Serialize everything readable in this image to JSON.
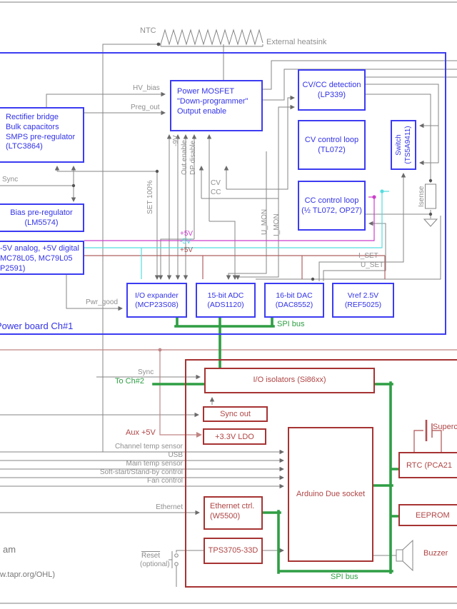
{
  "diagram": {
    "power_board_label": "Power board Ch#1",
    "footer_text_partial": "am",
    "footer_url_partial": "w.tapr.org/OHL)",
    "spi_bus_top": "SPI bus",
    "spi_bus_bottom": "SPI bus",
    "to_ch2": "To Ch#2",
    "aux_5v": "Aux +5V",
    "colors": {
      "blue": "#3c3cf2",
      "dark_red": "#a63333",
      "green": "#2f9e44",
      "magenta": "#cc3fcc",
      "cyan": "#55dde0",
      "aux_red": "#c08585",
      "wire_gray": "#858585"
    }
  },
  "blue_boxes": {
    "rectifier": {
      "l1": "Rectifier bridge",
      "l2": "Bulk capacitors",
      "l3": "SMPS pre-regulator",
      "l4": "(LTC3864)"
    },
    "bias": {
      "l1": "Bias pre-regulator",
      "l2": "(LM5574)"
    },
    "analog_supply": {
      "l1": "-5V analog, +5V digital",
      "l2": "MC78L05, MC79L05",
      "l3": "P2591)"
    },
    "mosfet": {
      "l1": "Power MOSFET",
      "l2": "\"Down-programmer\"",
      "l3": "Output enable"
    },
    "cvcc_detection": {
      "l1": "CV/CC detection",
      "l2": "(LP339)"
    },
    "cv_loop": {
      "l1": "CV control loop",
      "l2": "(TL072)"
    },
    "switch": {
      "l1": "Switch",
      "l2": "(TS5A9411)"
    },
    "cc_loop": {
      "l1": "CC control loop",
      "l2": "(½ TL072, OP27)"
    },
    "io_expander": {
      "l1": "I/O expander",
      "l2": "(MCP23S08)"
    },
    "adc": {
      "l1": "15-bit ADC",
      "l2": "(ADS1120)"
    },
    "dac": {
      "l1": "16-bit DAC",
      "l2": "(DAC8552)"
    },
    "vref": {
      "l1": "Vref 2.5V",
      "l2": "(REF5025)"
    }
  },
  "red_boxes": {
    "io_isolators": {
      "l1": "I/O isolators (Si86xx)"
    },
    "sync_out": {
      "l1": "Sync out"
    },
    "ldo33": {
      "l1": "+3.3V LDO"
    },
    "arduino": {
      "l1": "Arduino Due socket"
    },
    "rtc": {
      "l1": "RTC (PCA21"
    },
    "eeprom": {
      "l1": "EEPROM"
    },
    "ethernet_ctrl": {
      "l1": "Ethernet ctrl.",
      "l2": "(W5500)"
    },
    "tps": {
      "l1": "TPS3705-33D"
    },
    "buzzer": "Buzzer",
    "supercap": "Superc"
  },
  "signals": {
    "ntc": "NTC",
    "heatsink": "External heatsink",
    "hv_bias": "HV_bias",
    "preg_out": "Preg_out",
    "sync": "Sync",
    "sync_iso": "Sync",
    "set100": "SET 100%",
    "neg9v": "-9V",
    "out_enable": "Out enable",
    "dp_disable": "DP disable",
    "cv": "CV",
    "cc": "CC",
    "u_mon": "U_MON",
    "i_mon": "I_MON",
    "p5_analog": "+5V",
    "m5_analog": "-5V",
    "p5_digital": "+5V",
    "i_set": "I_SET",
    "u_set": "U_SET",
    "isense": "Isense",
    "pwr_good": "Pwr_good",
    "channel_temp": "Channel temp sensor",
    "usb": "USB",
    "main_temp": "Main temp sensor",
    "soft_start": "Soft-start/Stand-by control",
    "fan": "Fan control",
    "ethernet": "Ethernet",
    "reset": "Reset",
    "optional": "(optional)"
  }
}
